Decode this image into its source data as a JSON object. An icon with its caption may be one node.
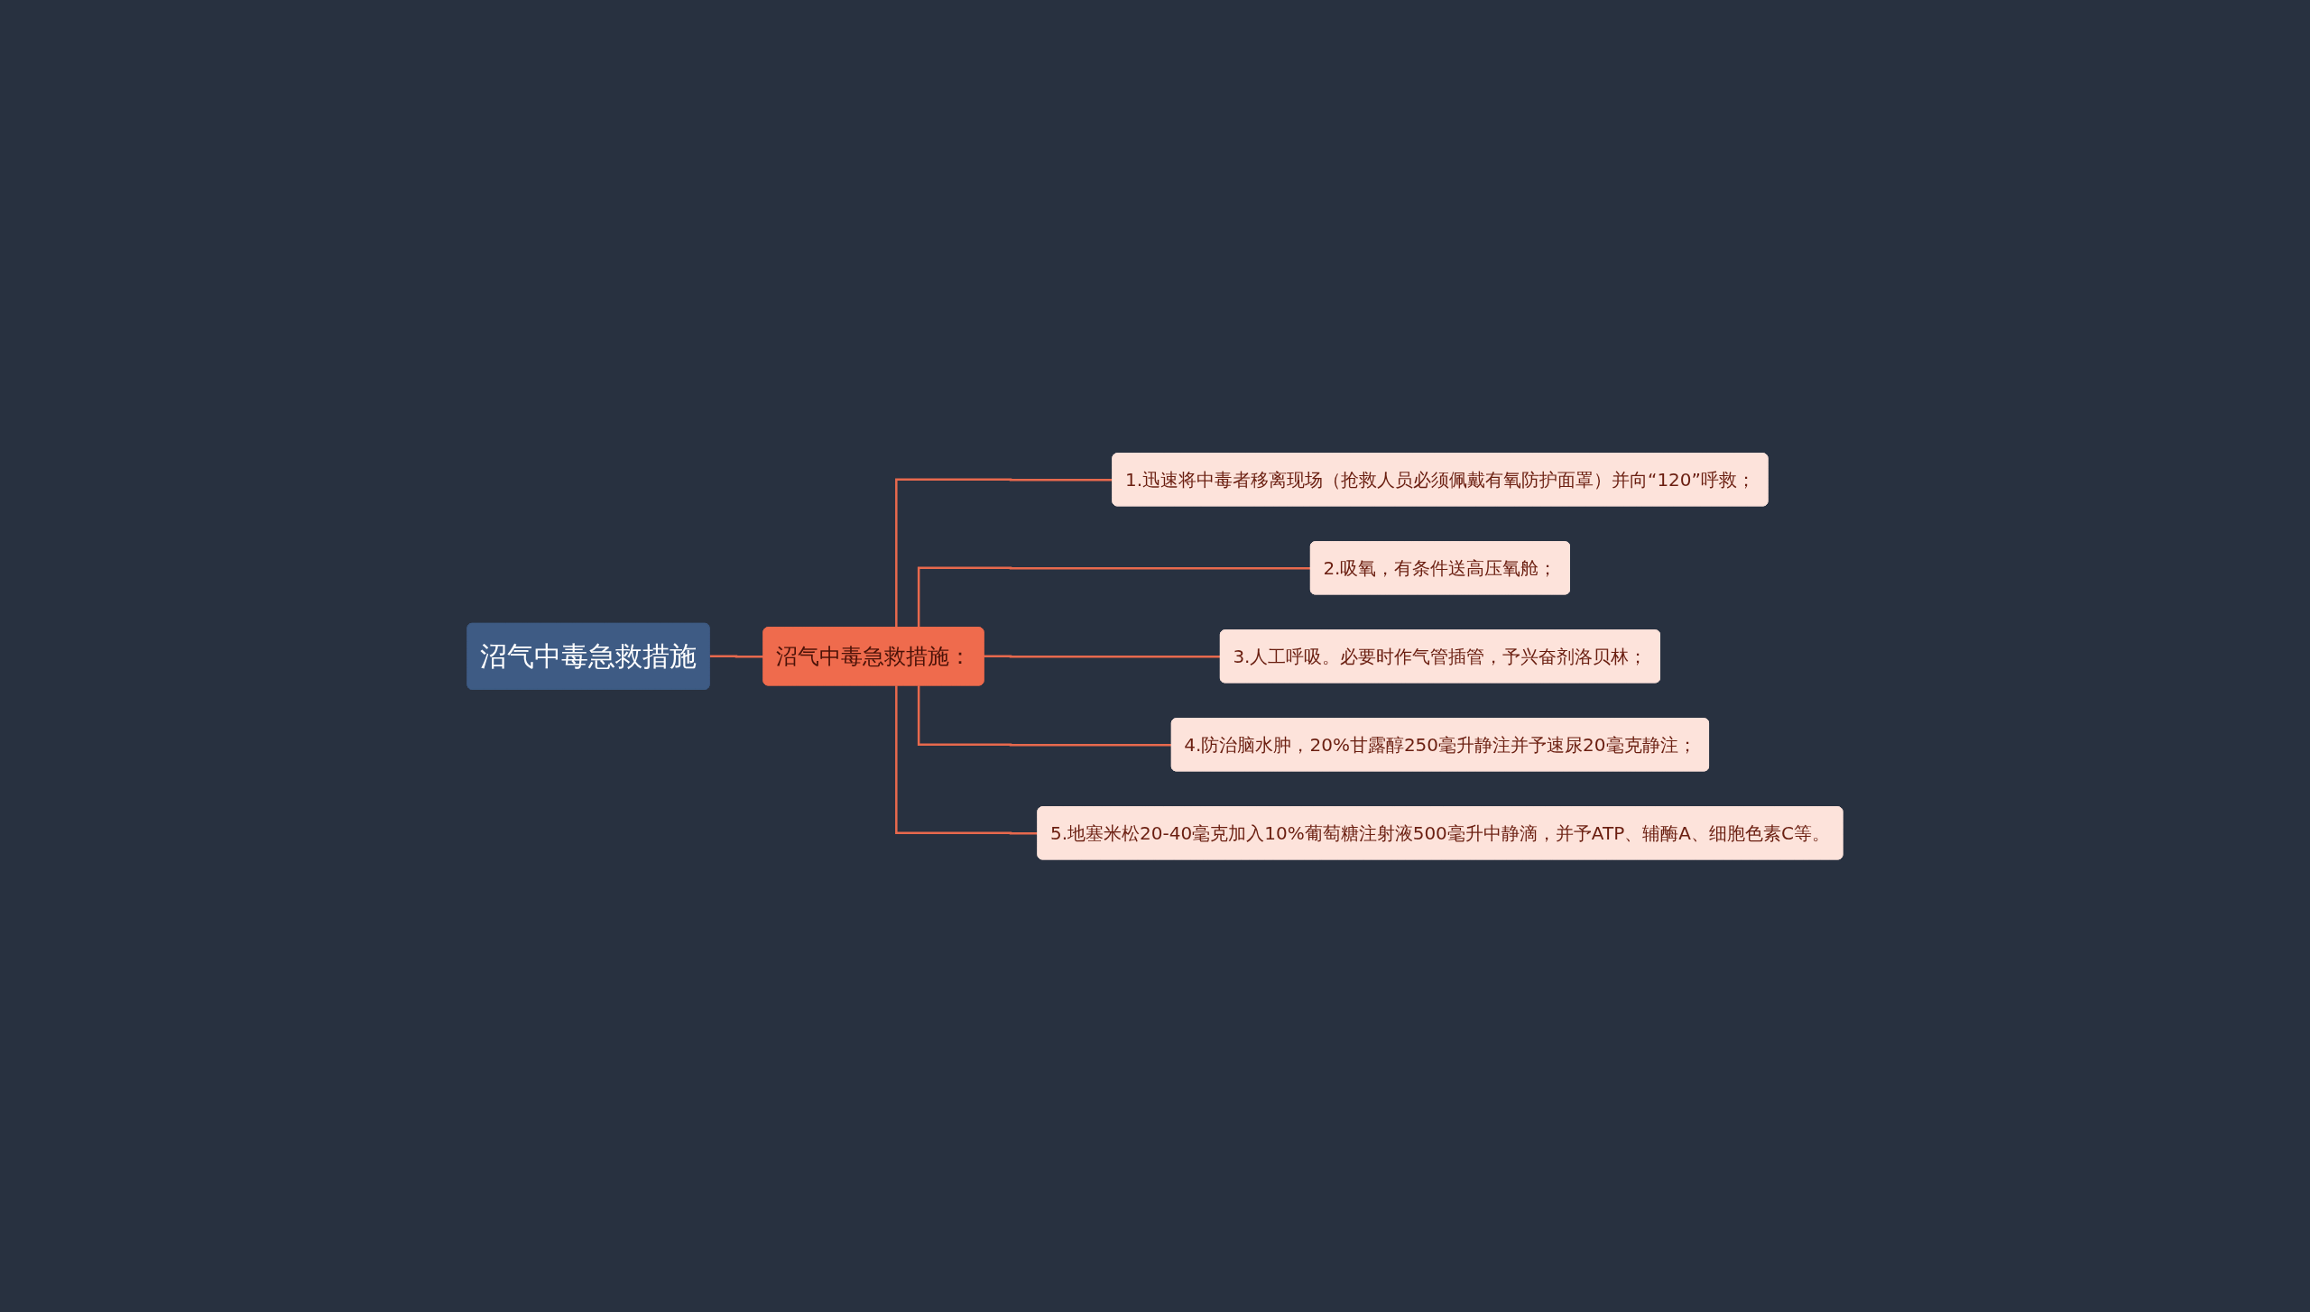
{
  "diagram": {
    "nodes": [
      {
        "text": [
          "沼气中毒急救措施"
        ]
      },
      {
        "text": [
          "沼气中毒急救措施："
        ]
      },
      {
        "text": [
          "1.迅速将中毒者移离现场（抢救人员必须佩戴有氧防护面罩）并向“120”呼救；"
        ]
      },
      {
        "text": [
          "2.吸氧，有条件送高压氧舱；"
        ]
      },
      {
        "text": [
          "3.人工呼吸。必要时作气管插管，予兴奋剂洛贝林；"
        ]
      },
      {
        "text": [
          "4.防治脑水肿，20%甘露醇250毫升静注并予速尿20毫克静注；"
        ]
      },
      {
        "text": [
          "5.地塞米松20-40毫克加入10%葡萄糖注射液500毫升中静滴，并予ATP、辅酶A、细胞色素C等。"
        ]
      }
    ],
    "edges": [
      {
        "from": 0,
        "to": 1,
        "arrow": "none"
      },
      {
        "from": 1,
        "to": 2,
        "arrow": "none"
      },
      {
        "from": 1,
        "to": 3,
        "arrow": "none"
      },
      {
        "from": 1,
        "to": 4,
        "arrow": "none"
      },
      {
        "from": 1,
        "to": 5,
        "arrow": "none"
      },
      {
        "from": 1,
        "to": 6,
        "arrow": "none"
      }
    ]
  }
}
